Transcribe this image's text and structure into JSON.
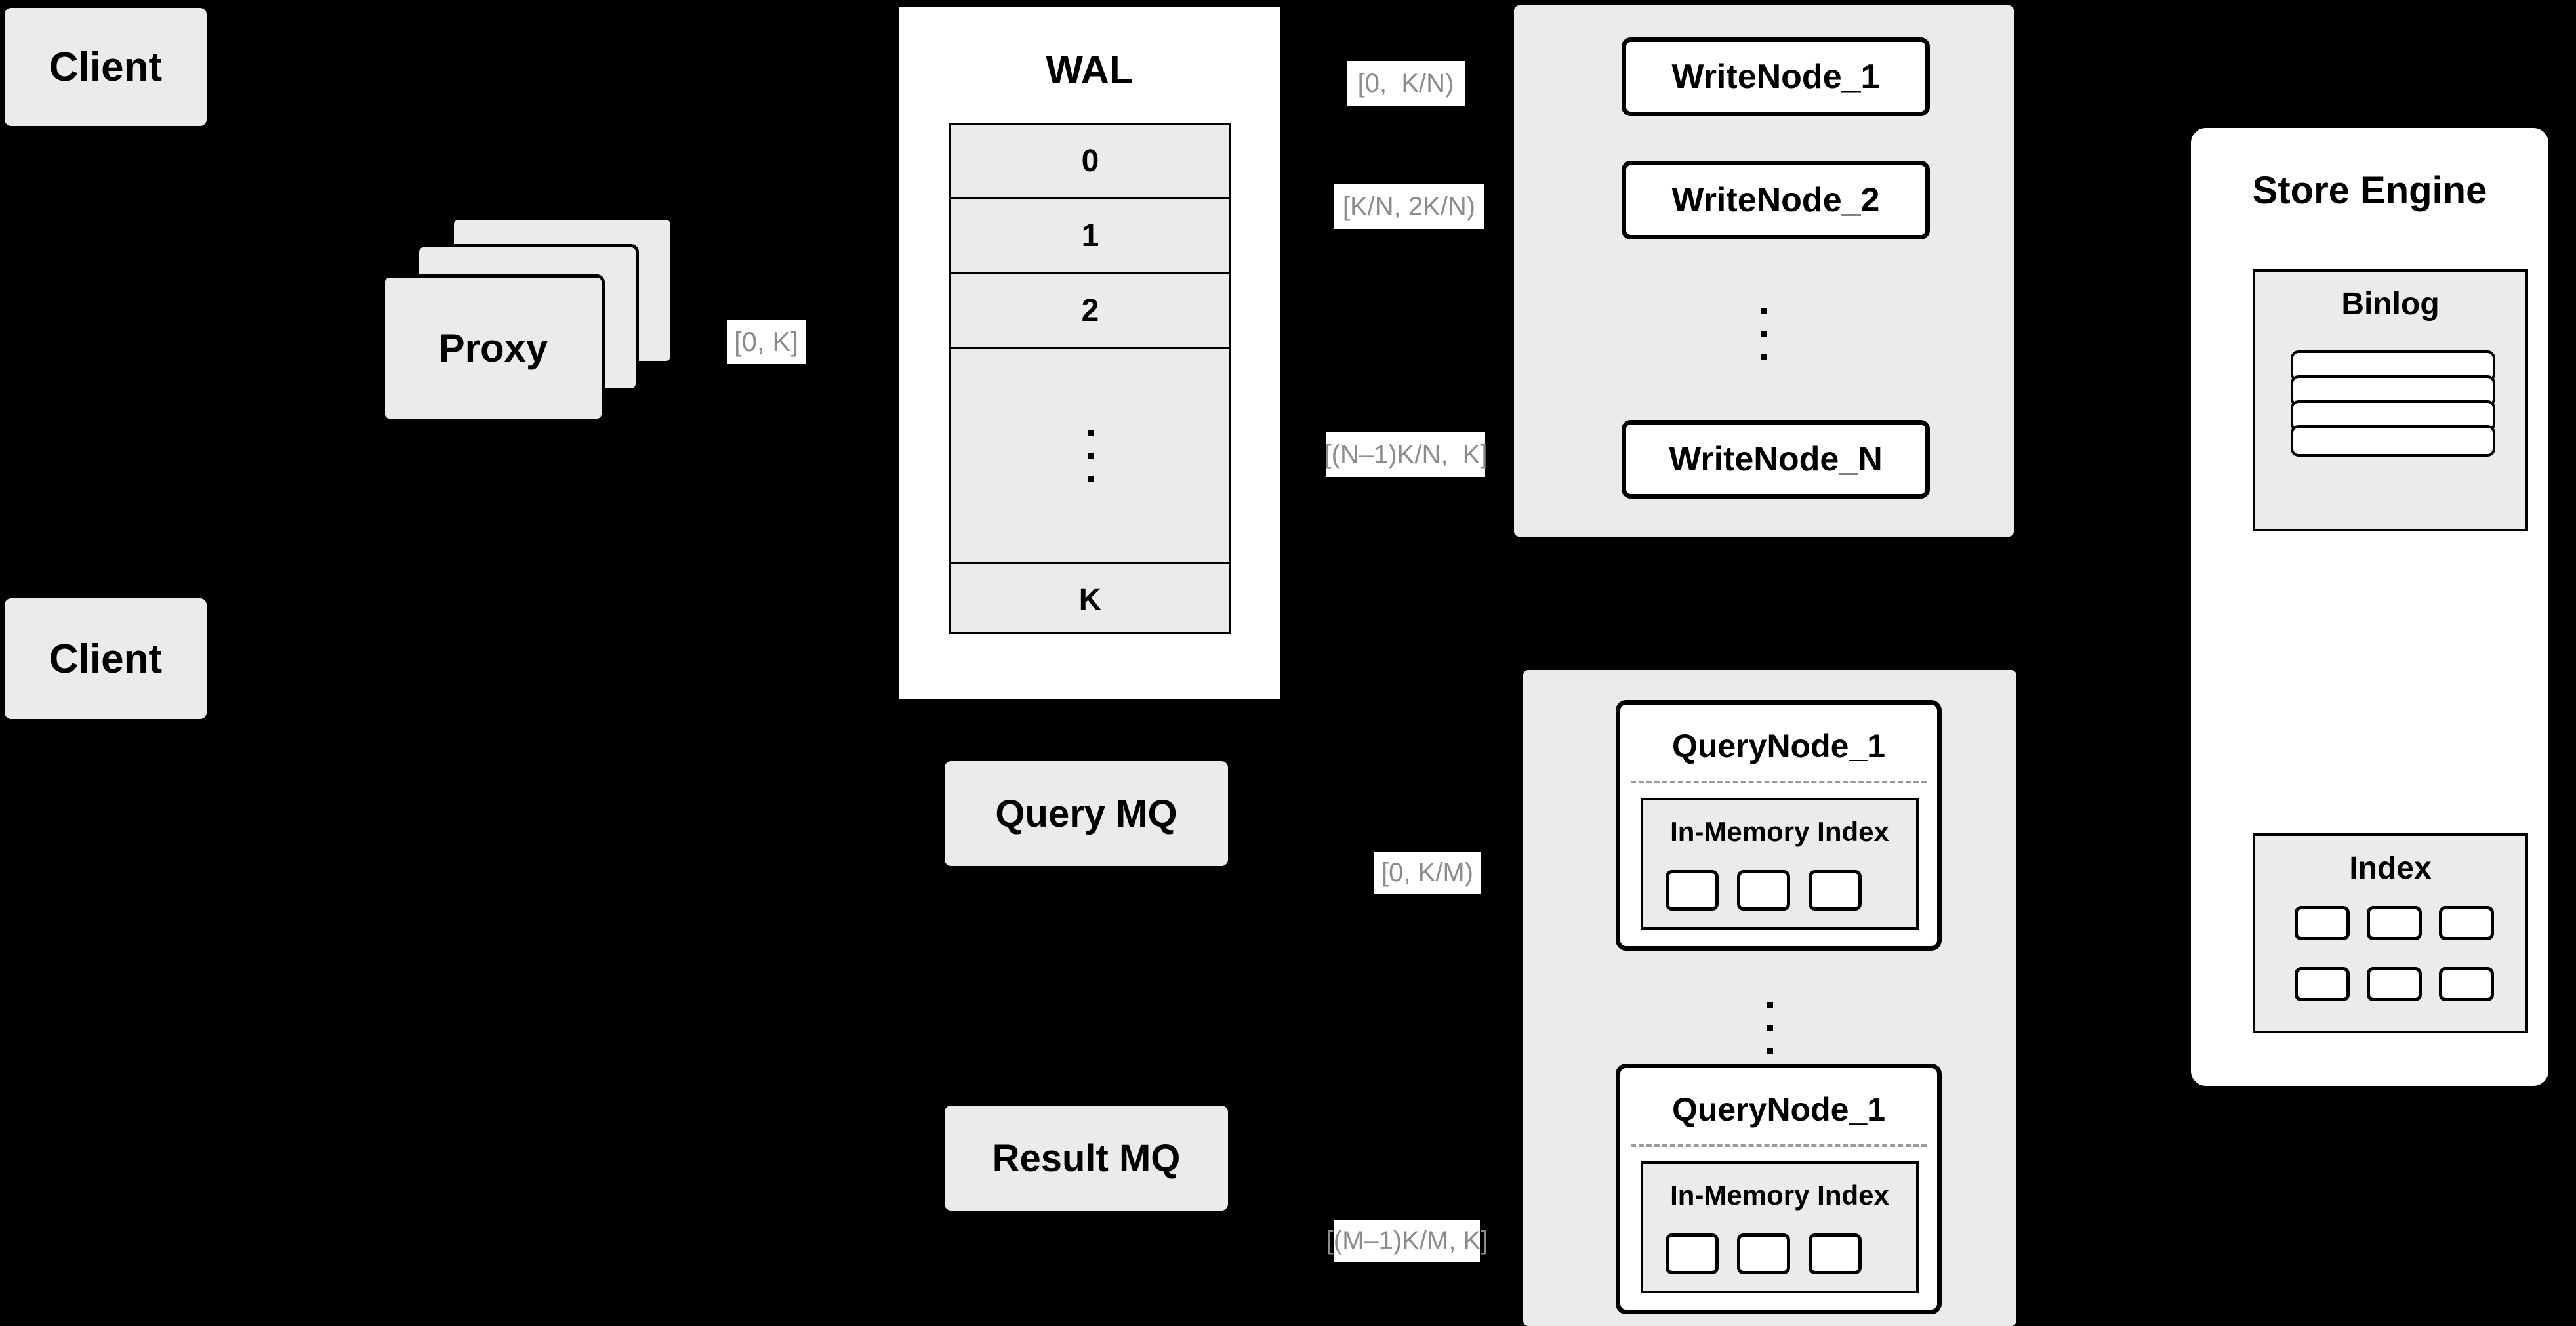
{
  "diagram": {
    "title": "Distributed write/query architecture",
    "colors": {
      "background": "#000000",
      "node_fill": "#ebebeb",
      "panel_fill": "#ffffff",
      "stroke": "#000000",
      "label_text": "#8c8c8c",
      "dashed_separator": "#9a9a9a"
    }
  },
  "clients": [
    {
      "label": "Client"
    },
    {
      "label": "Client"
    }
  ],
  "proxy": {
    "label": "Proxy",
    "stack_count": 3
  },
  "wal": {
    "title": "WAL",
    "rows": [
      "0",
      "1",
      "2",
      "⋮",
      "K"
    ]
  },
  "queues": {
    "query_mq": "Query MQ",
    "result_mq": "Result MQ"
  },
  "write_cluster": {
    "nodes": [
      {
        "label": "WriteNode_1"
      },
      {
        "label": "WriteNode_2"
      },
      {
        "label": "WriteNode_N"
      }
    ],
    "ellipsis": "⋮"
  },
  "query_cluster": {
    "nodes": [
      {
        "label": "QueryNode_1",
        "index_title": "In-Memory Index",
        "chips": 3
      },
      {
        "label": "QueryNode_1",
        "index_title": "In-Memory Index",
        "chips": 3
      }
    ],
    "ellipsis": "⋮"
  },
  "store_engine": {
    "title": "Store Engine",
    "binlog": {
      "title": "Binlog",
      "rows": 4
    },
    "index": {
      "title": "Index",
      "cells": 6
    }
  },
  "range_labels": {
    "proxy_to_wal": "[0, K]",
    "write_1": "[0,  K/N)",
    "write_2": "[K/N, 2K/N)",
    "write_n": "[(N–1)K/N,  K]",
    "query_1": "[0, K/M)",
    "query_m": "[(M–1)K/M, K]"
  }
}
